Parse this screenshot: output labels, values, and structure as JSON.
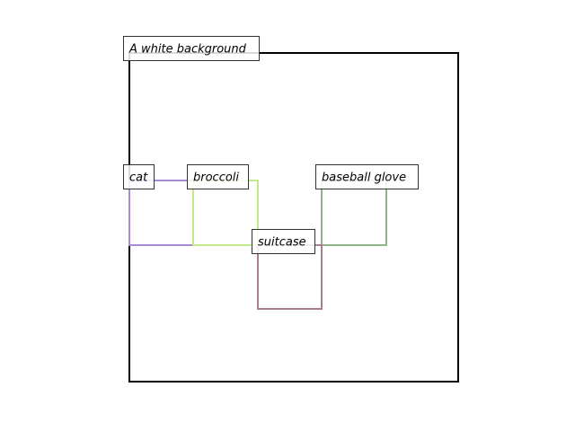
{
  "scene": {
    "caption": "A white background",
    "frame_color": "#000000"
  },
  "objects": [
    {
      "id": "cat",
      "label": "cat",
      "color": "#a68bd4"
    },
    {
      "id": "broccoli",
      "label": "broccoli",
      "color": "#c4e88a"
    },
    {
      "id": "baseball-glove",
      "label": "baseball glove",
      "color": "#8fb58a"
    },
    {
      "id": "suitcase",
      "label": "suitcase",
      "color": "#a8808a"
    }
  ]
}
